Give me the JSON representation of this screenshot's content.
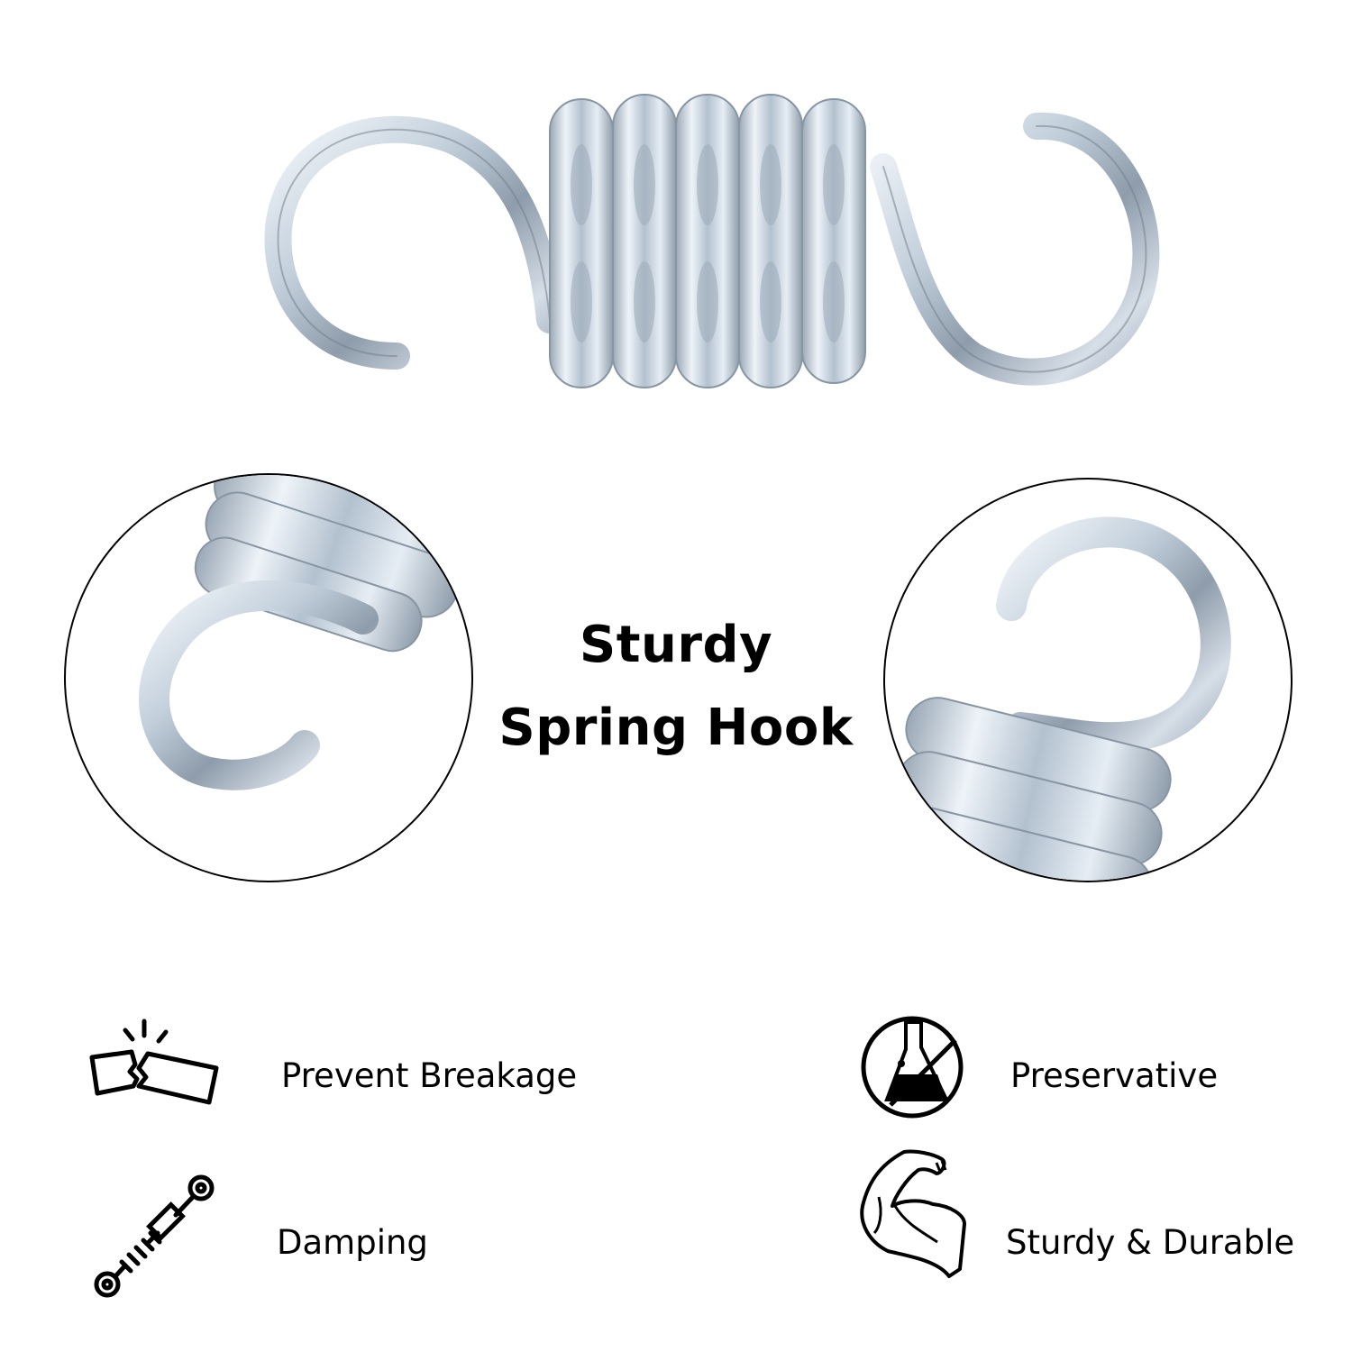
{
  "headline": {
    "line1": "Sturdy",
    "line2": "Spring Hook"
  },
  "images": {
    "main": "spring-hook-product",
    "detail_left": "spring-hook-left-end-closeup",
    "detail_right": "spring-hook-right-end-closeup"
  },
  "features": [
    {
      "icon": "broken-block-icon",
      "label": "Prevent Breakage"
    },
    {
      "icon": "no-chemical-flask-icon",
      "label": "Preservative"
    },
    {
      "icon": "shock-absorber-icon",
      "label": "Damping"
    },
    {
      "icon": "flexed-arm-icon",
      "label": "Sturdy & Durable"
    }
  ],
  "colors": {
    "text": "#000000",
    "metal_light": "#e8eef4",
    "metal_mid": "#b9c7d4",
    "metal_dark": "#7f8d99",
    "background": "#ffffff"
  }
}
